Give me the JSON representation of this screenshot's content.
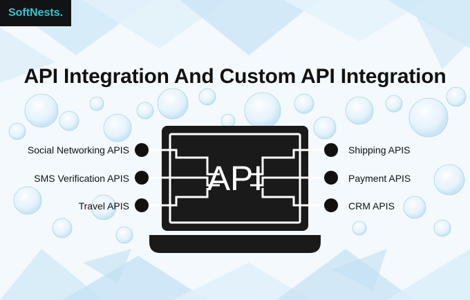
{
  "brand": {
    "name": "SoftNests.",
    "color": "#37c5cf"
  },
  "title": "API Integration And Custom API Integration",
  "center_label": "API",
  "left_items": [
    {
      "label": "Social Networking APIS"
    },
    {
      "label": "SMS Verification APIS"
    },
    {
      "label": "Travel APIS"
    }
  ],
  "right_items": [
    {
      "label": "Shipping APIS"
    },
    {
      "label": "Payment APIS"
    },
    {
      "label": "CRM APIS"
    }
  ],
  "icons": [
    "laptop-icon",
    "circuit-trace-icon",
    "bubble-background"
  ]
}
